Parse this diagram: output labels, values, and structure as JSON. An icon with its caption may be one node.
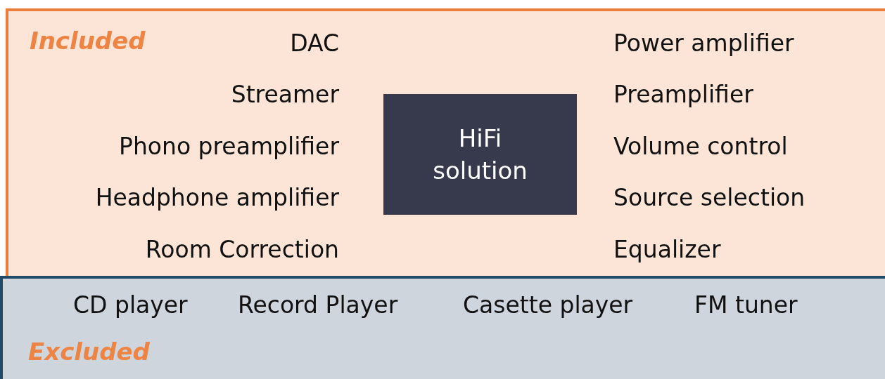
{
  "diagram": {
    "nodes": [
      {
        "text": [
          "Included"
        ]
      },
      {
        "text": [
          "DAC"
        ],
        "in": 0
      },
      {
        "text": [
          "Streamer"
        ],
        "in": 0
      },
      {
        "text": [
          "Phono preamplifier"
        ],
        "in": 0
      },
      {
        "text": [
          "Headphone amplifier"
        ],
        "in": 0
      },
      {
        "text": [
          "Room Correction"
        ],
        "in": 0
      },
      {
        "text": [
          "HiFi solution"
        ],
        "in": 0
      },
      {
        "text": [
          "Power amplifier"
        ],
        "in": 0
      },
      {
        "text": [
          "Preamplifier"
        ],
        "in": 0
      },
      {
        "text": [
          "Volume control"
        ],
        "in": 0
      },
      {
        "text": [
          "Source selection"
        ],
        "in": 0
      },
      {
        "text": [
          "Equalizer"
        ],
        "in": 0
      },
      {
        "text": [
          "Excluded"
        ]
      },
      {
        "text": [
          "CD player"
        ],
        "in": 12
      },
      {
        "text": [
          "Record Player"
        ],
        "in": 12
      },
      {
        "text": [
          "Casette player"
        ],
        "in": 12
      },
      {
        "text": [
          "FM tuner"
        ],
        "in": 12
      }
    ],
    "edges": []
  }
}
